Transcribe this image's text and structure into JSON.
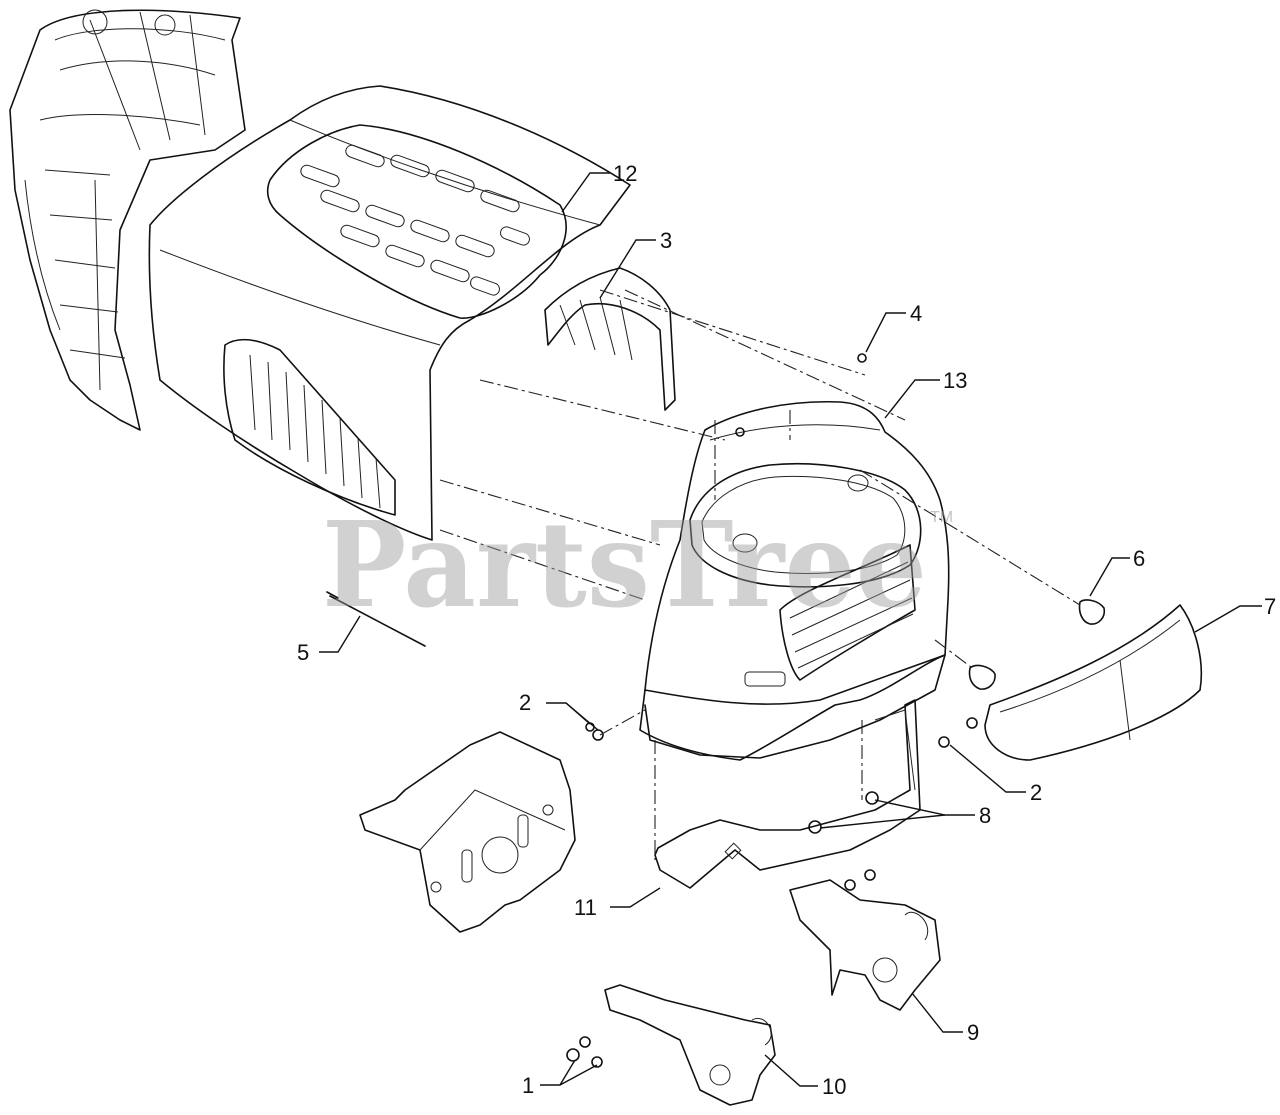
{
  "diagram": {
    "callouts": [
      "1",
      "2",
      "2",
      "3",
      "4",
      "5",
      "6",
      "7",
      "8",
      "9",
      "10",
      "11",
      "12",
      "13"
    ]
  },
  "watermark": {
    "text": "PartsTree",
    "trademark": "TM"
  },
  "colors": {
    "line": "#111111",
    "watermark": "#9a9a9a",
    "background": "#ffffff"
  }
}
